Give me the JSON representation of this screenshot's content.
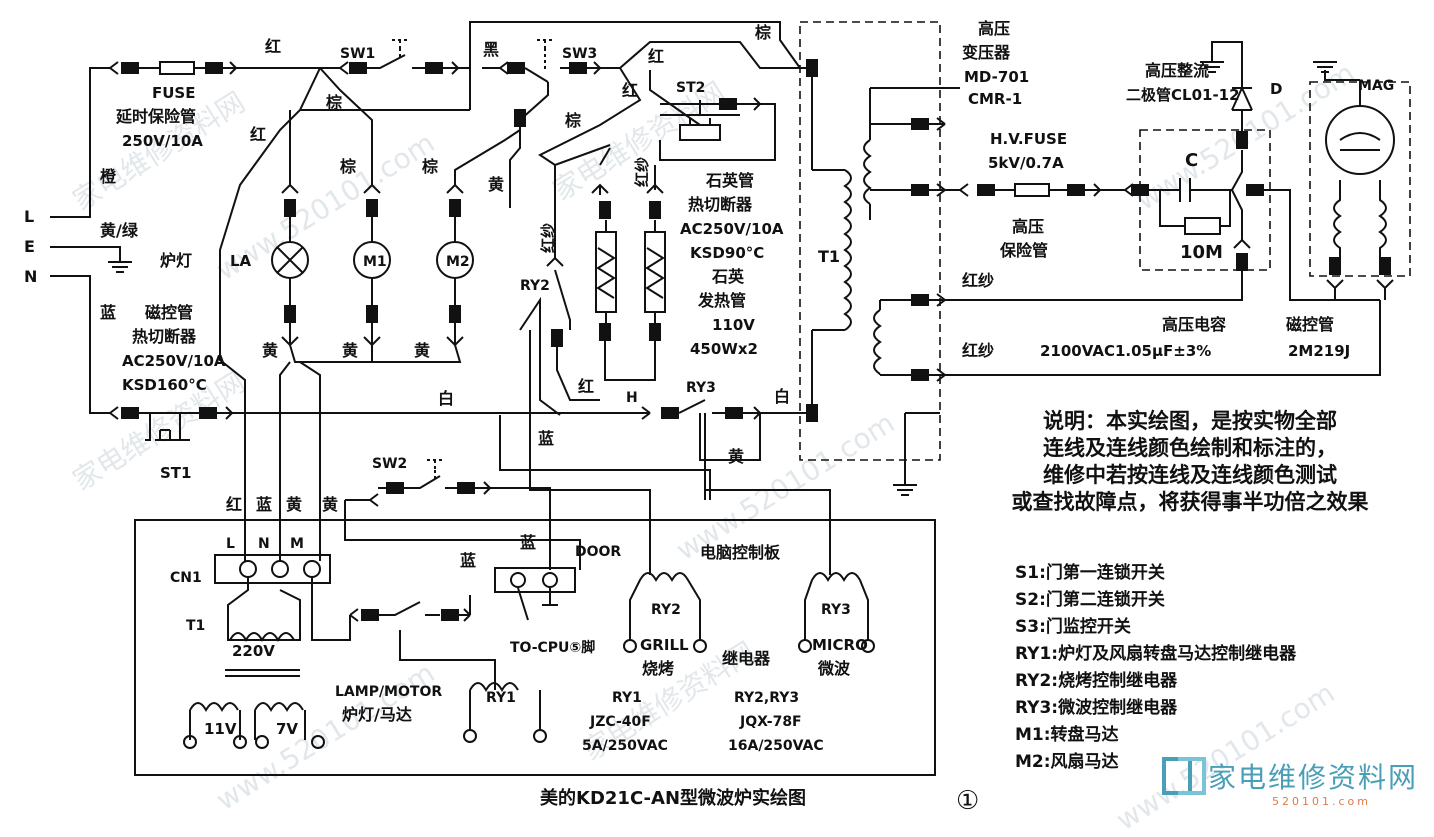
{
  "title": "美的KD21C-AN型微波炉实绘图",
  "figure_number": "①",
  "logo": {
    "name": "家电维修资料网",
    "url": "520101.com"
  },
  "watermarks": [
    "家电维修资料网",
    "www.520101.com"
  ],
  "notes": [
    "说明：本实绘图，是按实物全部",
    "连线及连线颜色绘制和标注的，",
    "维修中若按连线及连线颜色测试",
    "或查找故障点，将获得事半功倍之效果"
  ],
  "legend": [
    "S1:门第一连锁开关",
    "S2:门第二连锁开关",
    "S3:门监控开关",
    "RY1:炉灯及风扇转盘马达控制继电器",
    "RY2:烧烤控制继电器",
    "RY3:微波控制继电器",
    "M1:转盘马达",
    "M2:风扇马达"
  ],
  "labels": {
    "fuse": "FUSE",
    "fuse_cn": "延时保险管",
    "fuse_rating": "250V/10A",
    "red": "红",
    "brown": "棕",
    "black": "黑",
    "orange": "橙",
    "yellow": "黄",
    "yellow_green": "黄/绿",
    "blue": "蓝",
    "white": "白",
    "red_yarn": "红纱",
    "sw1": "SW1",
    "sw2": "SW2",
    "sw3": "SW3",
    "st1": "ST1",
    "st2": "ST2",
    "L": "L",
    "E": "E",
    "N": "N",
    "lamp": "炉灯",
    "LA": "LA",
    "M1": "M1",
    "M2": "M2",
    "mag_cutout_1": "磁控管",
    "mag_cutout_2": "热切断器",
    "mag_cutout_3": "AC250V/10A",
    "mag_cutout_4": "KSD160°C",
    "quartz_cutout_1": "石英管",
    "quartz_cutout_2": "热切断器",
    "quartz_cutout_3": "AC250V/10A",
    "quartz_cutout_4": "KSD90°C",
    "quartz_heater_1": "石英",
    "quartz_heater_2": "发热管",
    "quartz_heater_3": "110V",
    "quartz_heater_4": "450Wx2",
    "RY1": "RY1",
    "RY2": "RY2",
    "RY3": "RY3",
    "H": "H",
    "T1": "T1",
    "hv_trans_1": "高压",
    "hv_trans_2": "变压器",
    "hv_trans_3": "MD-701",
    "hv_trans_4": "CMR-1",
    "hv_fuse_1": "H.V.FUSE",
    "hv_fuse_2": "5kV/0.7A",
    "hv_fuse_3": "高压",
    "hv_fuse_4": "保险管",
    "hv_diode_1": "高压整流",
    "hv_diode_2": "二极管CL01-12",
    "D": "D",
    "C": "C",
    "R10M": "10M",
    "hv_cap_1": "高压电容",
    "hv_cap_2": "2100VAC1.05μF±3%",
    "mag_1": "磁控管",
    "mag_2": "2M219J",
    "MAG": "MAG",
    "CN1": "CN1",
    "pin_L": "L",
    "pin_N": "N",
    "pin_M": "M",
    "v220": "220V",
    "v11": "11V",
    "v7": "7V",
    "door": "DOOR",
    "board": "电脑控制板",
    "to_cpu": "TO-CPU⑤脚",
    "grill": "GRILL",
    "grill_cn": "烧烤",
    "relay_cn": "继电器",
    "micro": "MICRO",
    "micro_cn": "微波",
    "lamp_motor": "LAMP/MOTOR",
    "lamp_motor_cn": "炉灯/马达",
    "ry1_model_1": "RY1",
    "ry1_model_2": "JZC-40F",
    "ry1_model_3": "5A/250VAC",
    "ry23_model_1": "RY2,RY3",
    "ry23_model_2": "JQX-78F",
    "ry23_model_3": "16A/250VAC"
  }
}
